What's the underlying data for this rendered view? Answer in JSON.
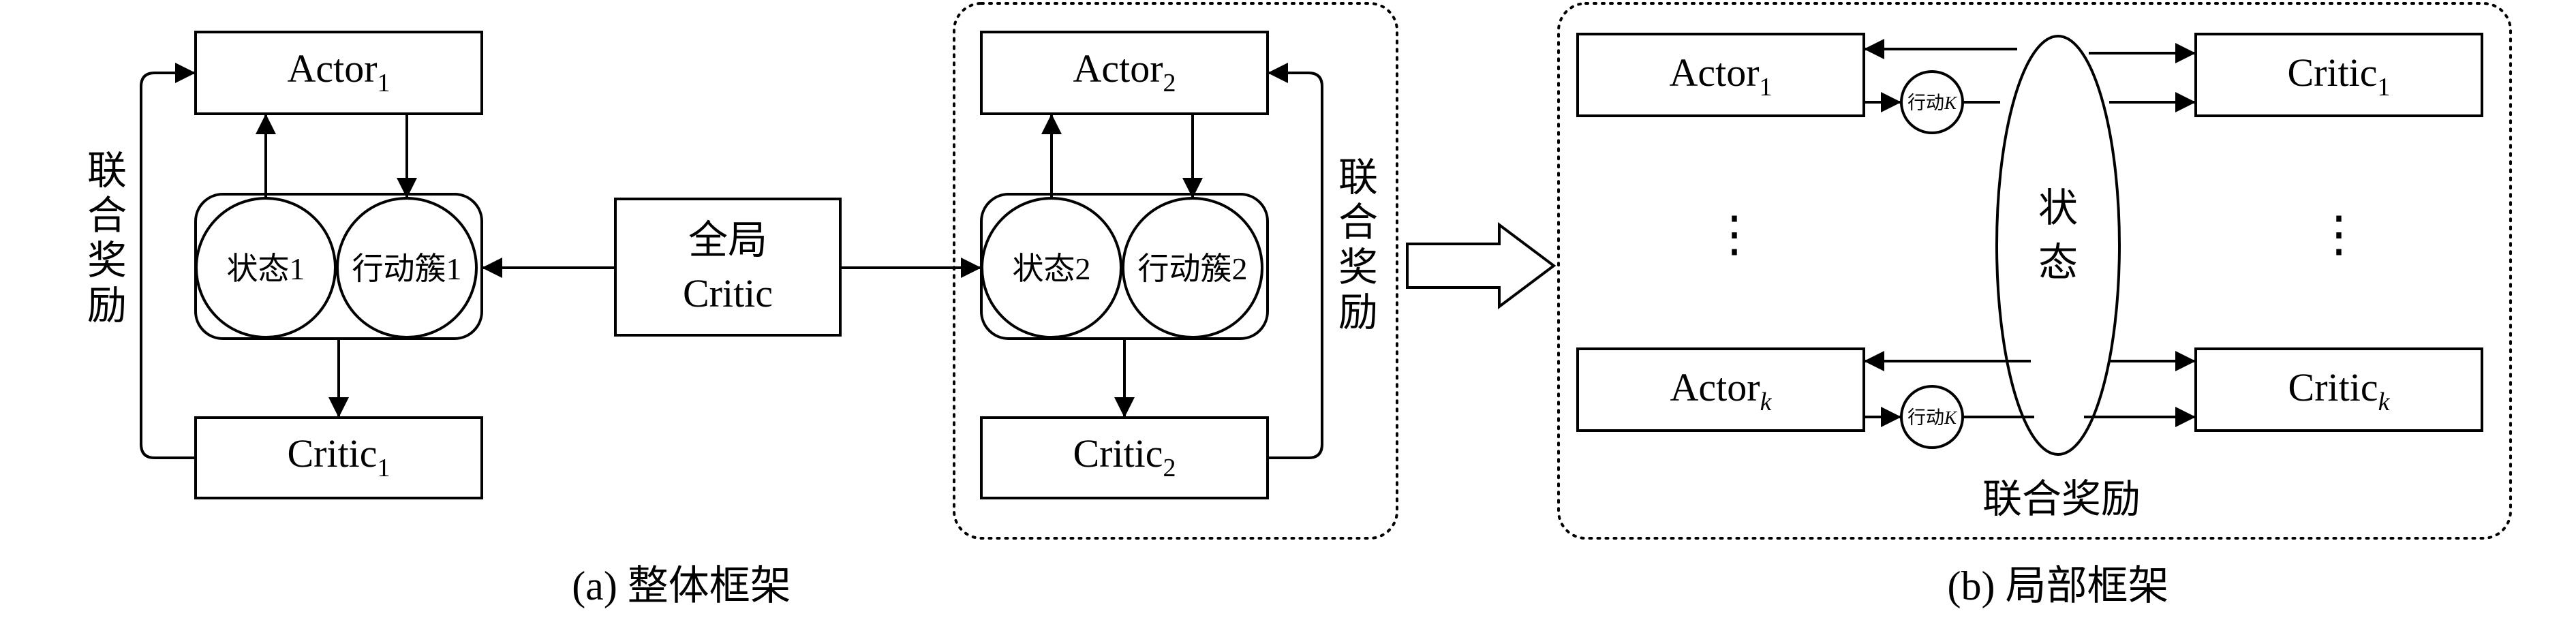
{
  "panel_a": {
    "caption": "(a) 整体框架",
    "left_group": {
      "actor": {
        "text": "Actor",
        "sub": "1"
      },
      "critic": {
        "text": "Critic",
        "sub": "1"
      },
      "state": "状态1",
      "action_cluster": "行动簇1",
      "joint_reward": [
        "联",
        "合",
        "奖",
        "励"
      ]
    },
    "global_critic": {
      "line1": "全局",
      "line2": "Critic"
    },
    "right_group": {
      "actor": {
        "text": "Actor",
        "sub": "2"
      },
      "critic": {
        "text": "Critic",
        "sub": "2"
      },
      "state": "状态2",
      "action_cluster": "行动簇2",
      "joint_reward": [
        "联",
        "合",
        "奖",
        "励"
      ]
    }
  },
  "panel_b": {
    "caption": "(b) 局部框架",
    "actors": [
      {
        "text": "Actor",
        "sub": "1"
      },
      {
        "text": "Actor",
        "sub": "k"
      }
    ],
    "critics": [
      {
        "text": "Critic",
        "sub": "1"
      },
      {
        "text": "Critic",
        "sub": "k"
      }
    ],
    "action_k": {
      "text": "行动",
      "var": "K"
    },
    "state": [
      "状",
      "态"
    ],
    "ellipsis": "⋮",
    "joint_reward": "联合奖励"
  }
}
